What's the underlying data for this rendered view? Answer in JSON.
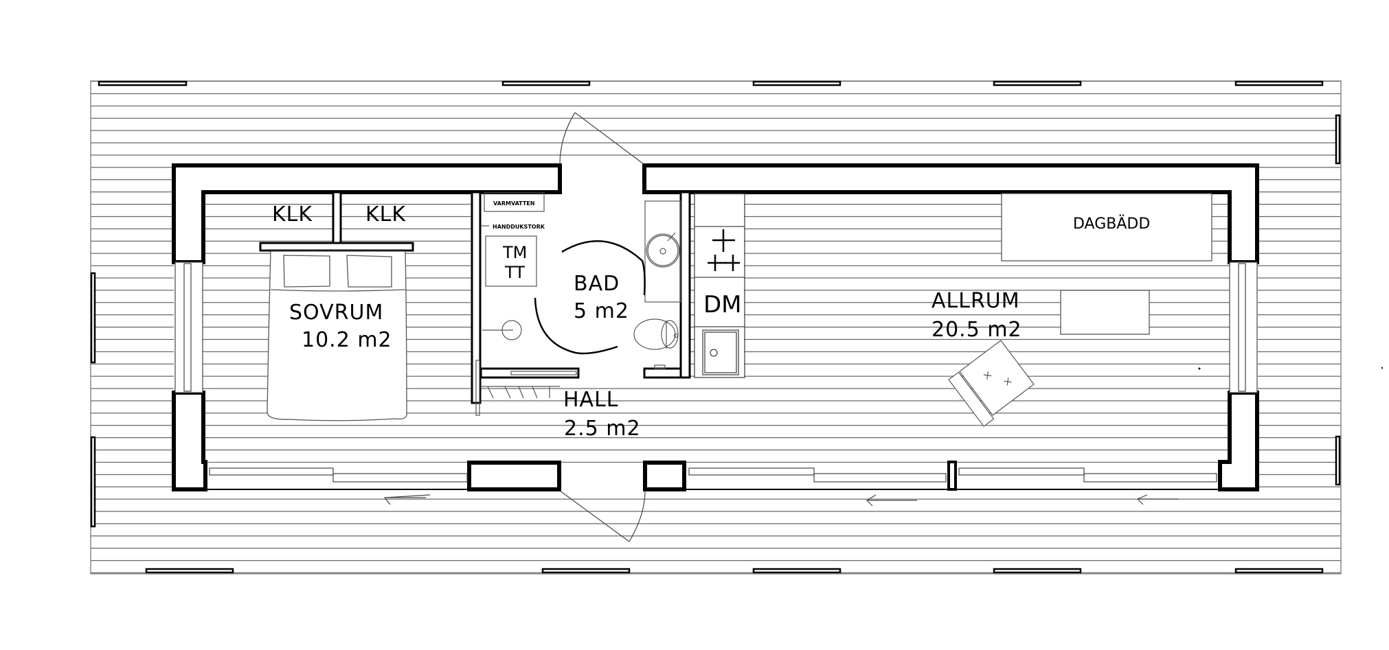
{
  "drawing": {
    "type": "floor-plan",
    "colors": {
      "line": "#000000",
      "deck_line": "#555555",
      "background": "#ffffff"
    }
  },
  "rooms": {
    "sovrum": {
      "name": "SOVRUM",
      "area": "10.2 m2"
    },
    "bad": {
      "name": "BAD",
      "area": "5 m2"
    },
    "hall": {
      "name": "HALL",
      "area": "2.5 m2"
    },
    "allrum": {
      "name": "ALLRUM",
      "area": "20.5 m2"
    }
  },
  "labels": {
    "klk_left": "KLK",
    "klk_right": "KLK",
    "varmvatten": "VARMVATTEN",
    "handdukstork": "HANDDUKSTORK",
    "tm": "TM",
    "tt": "TT",
    "dm": "DM",
    "dagbadd": "DAGBÄDD"
  },
  "symbols": [
    "double-bed",
    "wardrobe",
    "washbasin",
    "toilet",
    "shower-drain",
    "stove-hob",
    "kitchen-sink",
    "armchair",
    "table",
    "swing-door",
    "sliding-door",
    "deck-boards"
  ]
}
